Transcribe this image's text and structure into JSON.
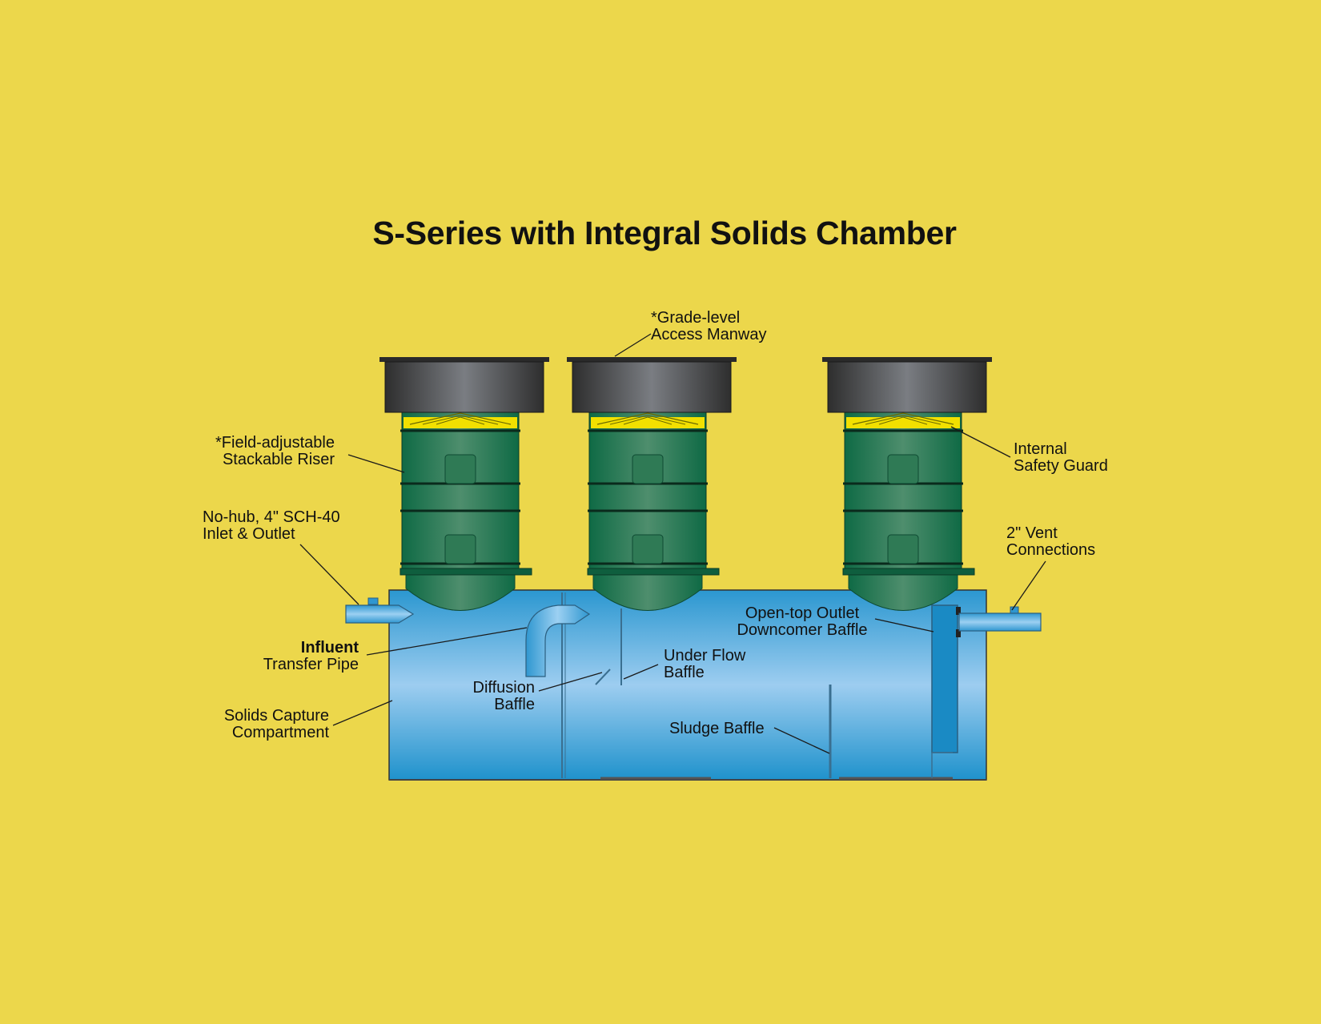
{
  "title": "S-Series with Integral Solids Chamber",
  "labels": {
    "manway": [
      "*Grade-level",
      "Access Manway"
    ],
    "riser": [
      "*Field-adjustable",
      "Stackable Riser"
    ],
    "safety_guard": [
      "Internal",
      "Safety Guard"
    ],
    "inlet_outlet": [
      "No-hub, 4\" SCH-40",
      "Inlet & Outlet"
    ],
    "vent": [
      "2\" Vent",
      "Connections"
    ],
    "downcomer": [
      "Open-top Outlet",
      "Downcomer Baffle"
    ],
    "transfer_pipe": [
      "Influent",
      "Transfer Pipe"
    ],
    "underflow": [
      "Under Flow",
      "Baffle"
    ],
    "diffusion": [
      "Diffusion",
      "Baffle"
    ],
    "solids": [
      "Solids Capture",
      "Compartment"
    ],
    "sludge": [
      "Sludge Baffle"
    ]
  },
  "colors": {
    "background": "#ecd74b",
    "tank": "#5aa9d9",
    "riser": "#1e7a55",
    "lid": "#3b3b3b",
    "guard": "#f2e000"
  }
}
